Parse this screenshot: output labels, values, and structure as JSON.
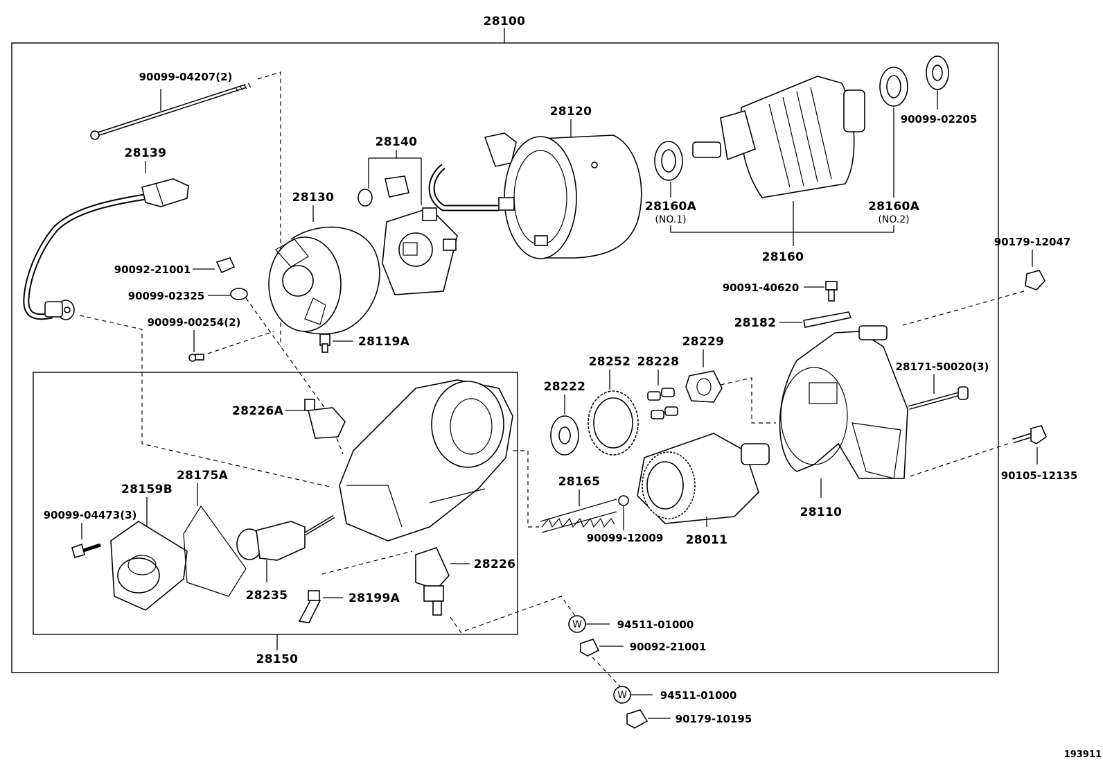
{
  "assembly_label": "28100",
  "subassembly_label": "28150",
  "armature_group_label": "28160",
  "figure_ref": "193911",
  "bearing_notes": {
    "no1": "(NO.1)",
    "no2": "(NO.2)"
  },
  "washer_symbol": "W",
  "parts": {
    "bolt_long": "90099-04207(2)",
    "lead_wire": "28139",
    "nut_small_a": "90092-21001",
    "washer_a": "90099-02325",
    "screw_a": "90099-00254(2)",
    "end_frame": "28130",
    "brush_holder": "28140",
    "yoke": "28120",
    "bearing_no1": "28160A",
    "bearing_no2": "28160A",
    "washer_b": "90099-02205",
    "contact_a": "28119A",
    "nut_b": "90179-12047",
    "bolt_b": "90091-40620",
    "lever": "28182",
    "retainer": "28229",
    "roller": "28228",
    "gear": "28252",
    "washer_c": "28222",
    "bolt_c": "28171-50020(3)",
    "terminal_a": "28226A",
    "housing": "28110",
    "stud_bolt": "90105-12135",
    "cover_gasket": "28175A",
    "cover": "28159B",
    "screw_b": "90099-04473(3)",
    "spring": "28165",
    "ball": "90099-12009",
    "clutch": "28011",
    "plunger": "28235",
    "terminal_b": "28226",
    "contact_b": "28199A",
    "washer_d": "94511-01000",
    "nut_c": "90092-21001",
    "washer_e": "94511-01000",
    "nut_d": "90179-10195"
  }
}
